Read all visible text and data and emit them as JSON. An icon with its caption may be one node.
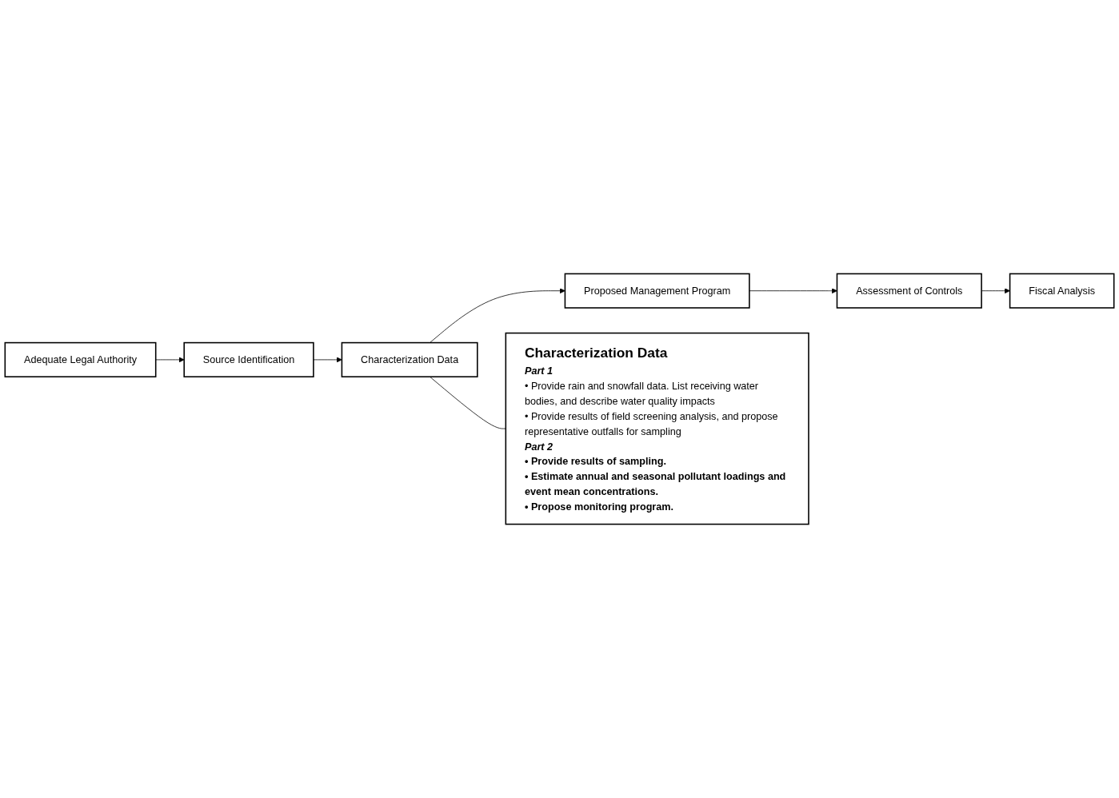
{
  "diagram": {
    "nodes": [
      {
        "text": [
          "Adequate Legal Authority"
        ]
      },
      {
        "text": [
          "Source Identification"
        ]
      },
      {
        "text": [
          "Characterization Data"
        ]
      },
      {
        "text": [
          "Proposed Management Program"
        ]
      },
      {
        "text": [
          "Assessment of Controls"
        ]
      },
      {
        "text": [
          "Fiscal Analysis"
        ]
      },
      {
        "text": [
          "Characterization Data",
          "Part 1",
          "• Provide rain and snowfall data. List receiving water bodies, and describe water quality impacts",
          "• Provide results of field screening analysis, and propose representative outfalls for sampling",
          "Part 2",
          "• Provide results of sampling.",
          "• Estimate annual and seasonal pollutant loadings and event mean concentrations.",
          "• Propose monitoring program."
        ]
      }
    ],
    "edges": [
      {
        "from": 0,
        "to": 1,
        "arrow": "to"
      },
      {
        "from": 1,
        "to": 2,
        "arrow": "to"
      },
      {
        "from": 2,
        "to": 3,
        "arrow": "to"
      },
      {
        "from": 3,
        "to": 4,
        "arrow": "to"
      },
      {
        "from": 4,
        "to": 5,
        "arrow": "to"
      },
      {
        "from": 2,
        "to": 6,
        "arrow": "none"
      }
    ]
  }
}
